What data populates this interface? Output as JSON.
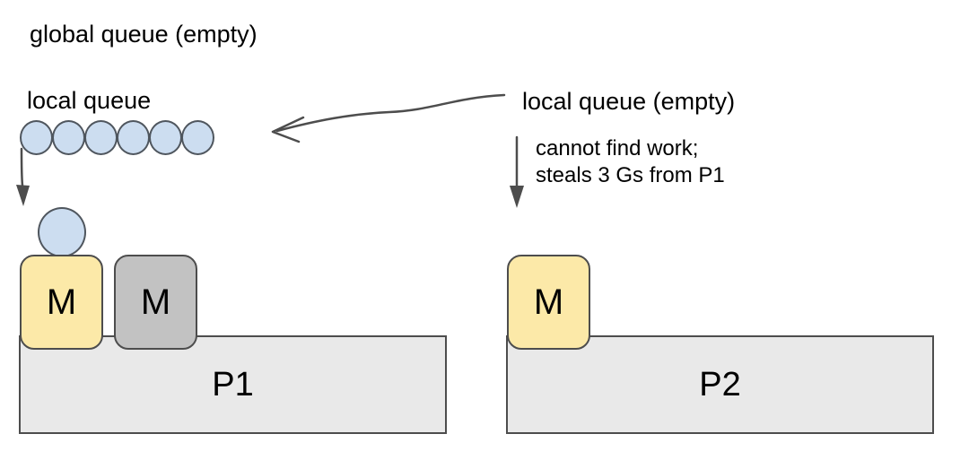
{
  "colors": {
    "goroutine-fill": "#ccddf0",
    "goroutine-border": "#4f565e",
    "m-yellow": "#fce9a8",
    "m-gray": "#c2c2c2",
    "p-fill": "#e9e9e9",
    "shape-border": "#4d4d4d",
    "arrow": "#4d4d4d",
    "text": "#000000"
  },
  "global_queue": {
    "label": "global queue (empty)"
  },
  "p1": {
    "label": "P1",
    "local_queue": {
      "label": "local queue",
      "goroutine_count": 6
    },
    "machines": [
      {
        "label": "M",
        "style": "yellow"
      },
      {
        "label": "M",
        "style": "gray"
      }
    ]
  },
  "p2": {
    "label": "P2",
    "local_queue": {
      "label": "local queue (empty)",
      "goroutine_count": 0
    },
    "machines": [
      {
        "label": "M",
        "style": "yellow"
      }
    ],
    "annotation": {
      "line1": "cannot find work;",
      "line2": "steals 3 Gs from P1"
    }
  }
}
